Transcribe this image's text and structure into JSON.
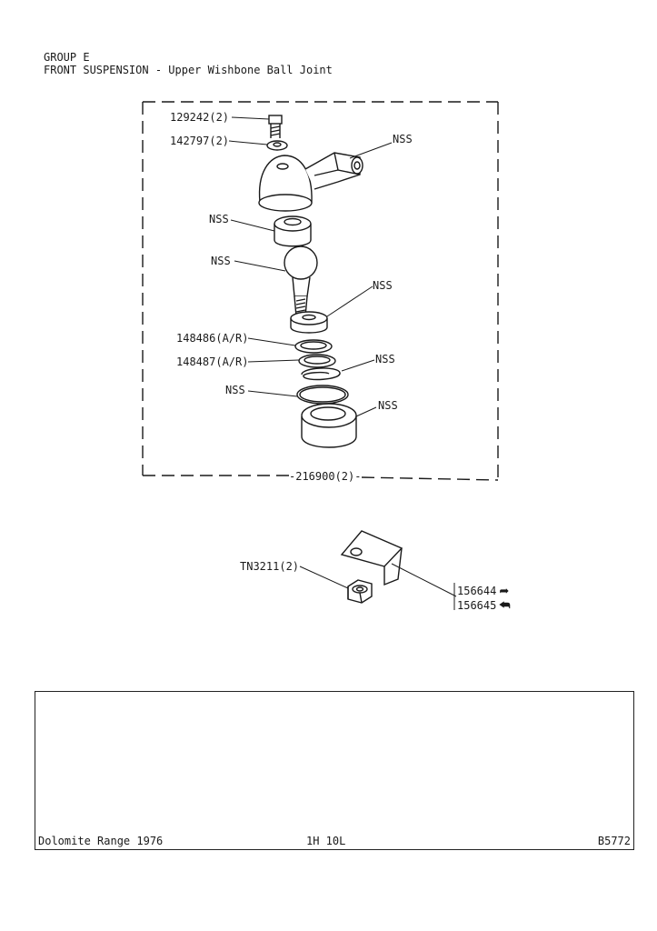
{
  "header": {
    "group": "GROUP E",
    "title": "FRONT SUSPENSION - Upper Wishbone Ball Joint"
  },
  "ball_joint": {
    "assembly_label": "-216900(2)-",
    "callouts": {
      "bolt": "129242(2)",
      "washer": "142797(2)",
      "housing_arm": "NSS",
      "upper_seat": "NSS",
      "ball_pin": "NSS",
      "collar": "NSS",
      "shim_1": "148486(A/R)",
      "shim_2": "148487(A/R)",
      "spring": "NSS",
      "o_ring": "NSS",
      "cup": "NSS"
    }
  },
  "bracket": {
    "nut": "TN3211(2)",
    "bracket_rh": "156644",
    "bracket_lh": "156645",
    "rh_icon": "arrow-right-icon",
    "lh_icon": "arrow-left-icon"
  },
  "footer": {
    "model": "Dolomite Range 1976",
    "page": "1H 10L",
    "ref": "B5772"
  }
}
